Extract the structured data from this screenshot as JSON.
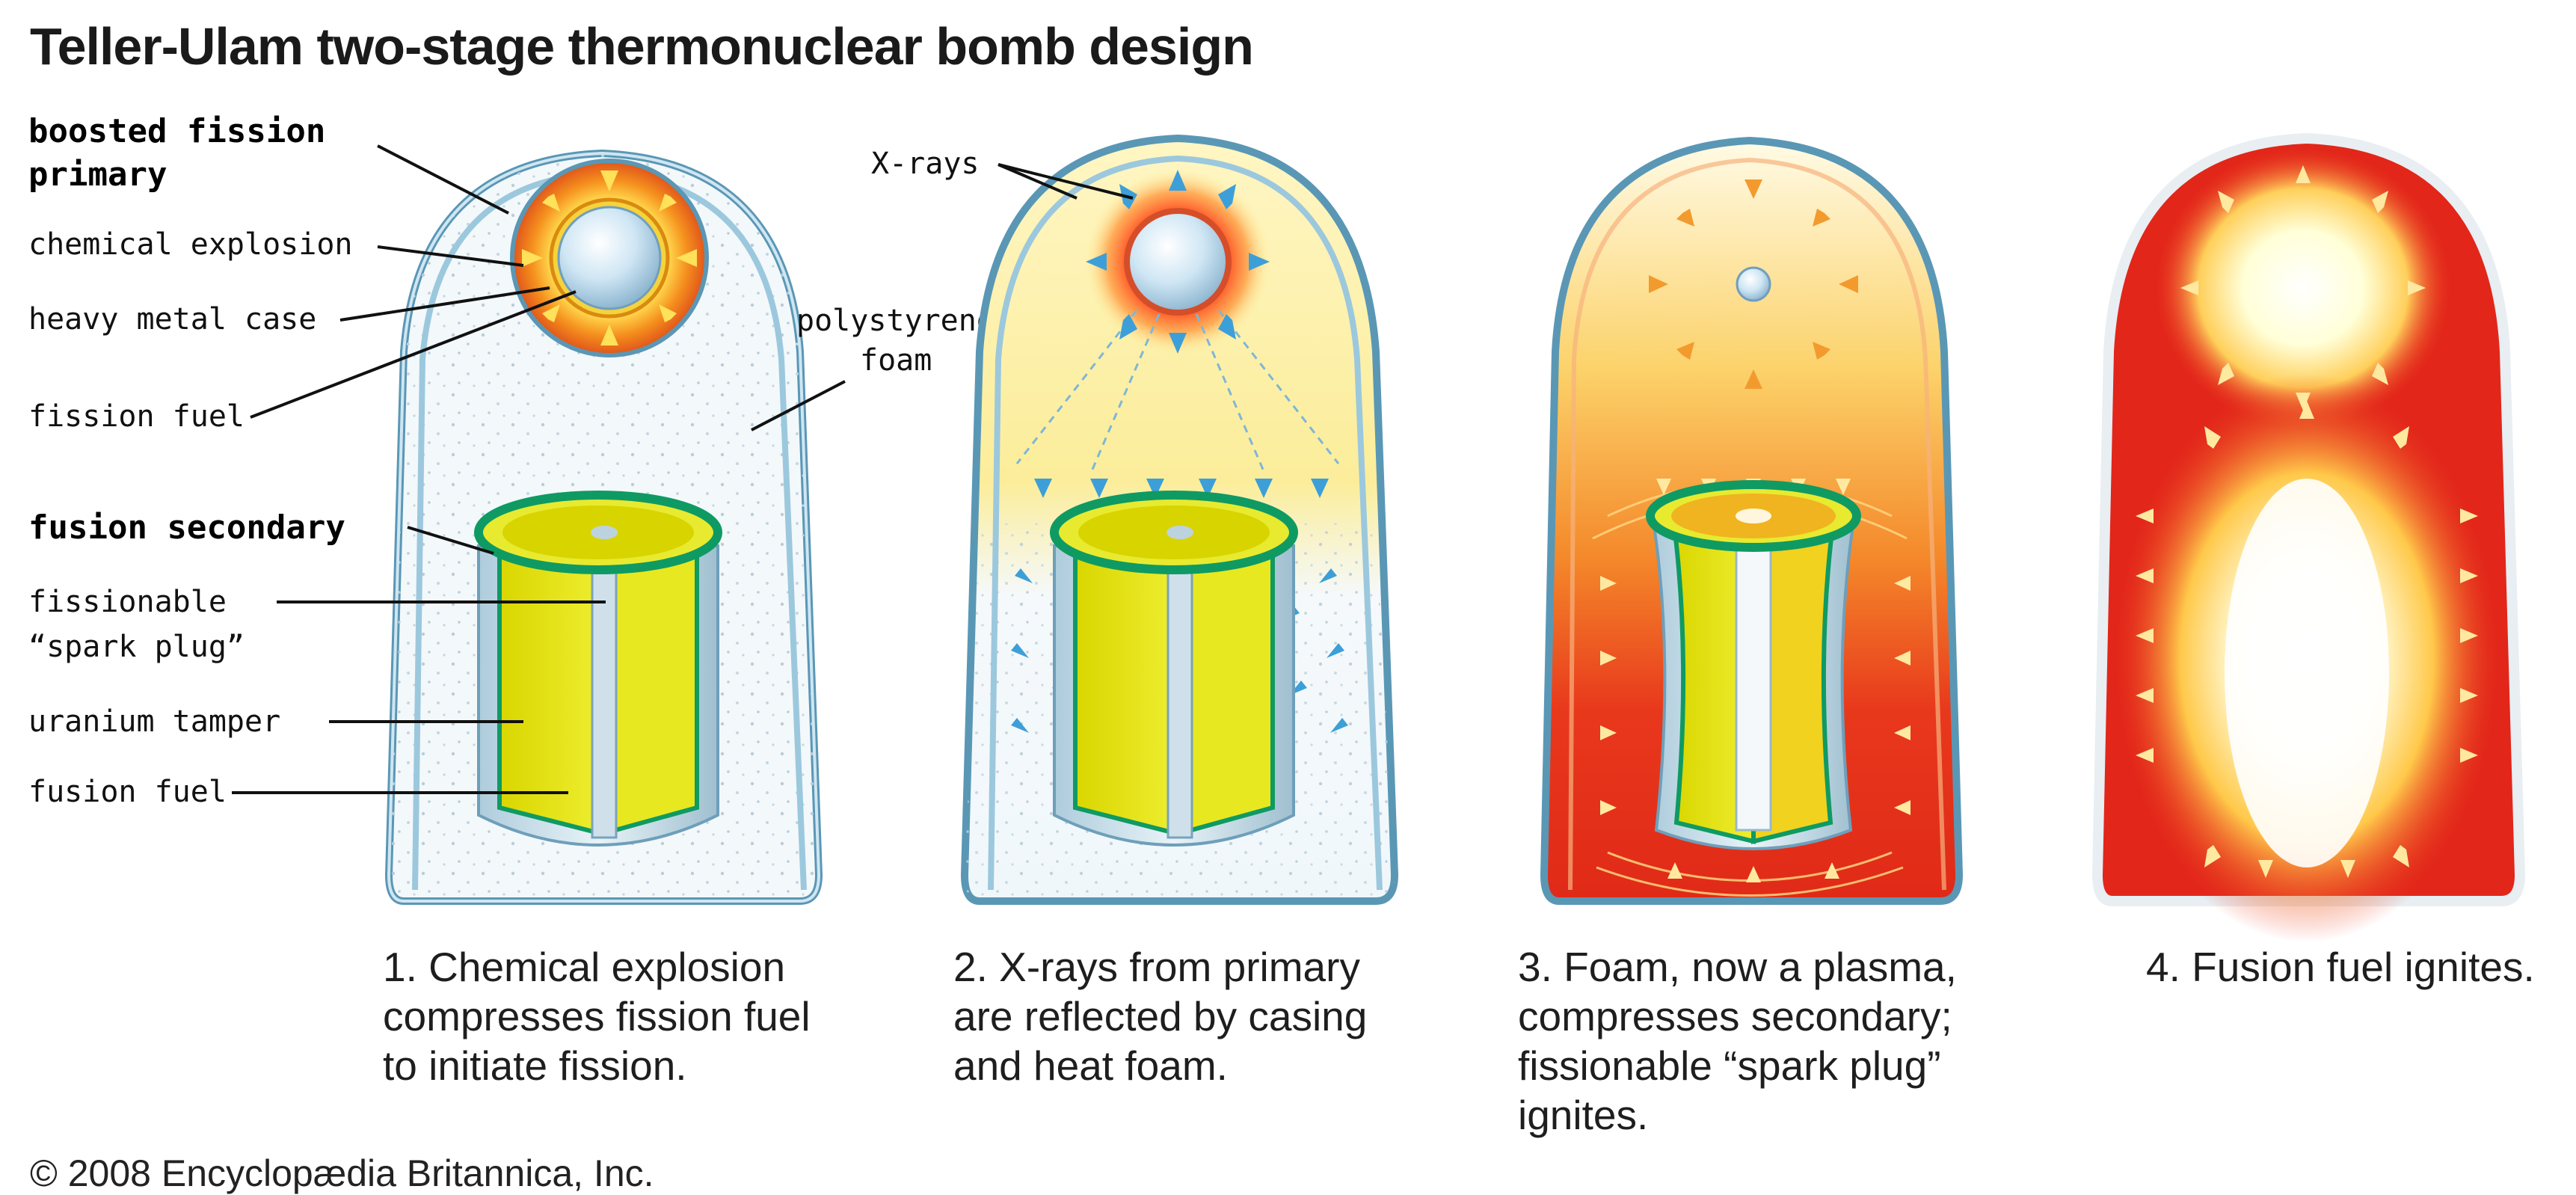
{
  "title": "Teller-Ulam two-stage thermonuclear bomb design",
  "labels": {
    "boosted_fission": "boosted fission",
    "primary": "primary",
    "chemical_explosion": "chemical explosion",
    "heavy_metal_case": "heavy metal case",
    "fission_fuel": "fission fuel",
    "fusion_secondary": "fusion secondary",
    "fissionable": "fissionable",
    "spark_plug": "“spark plug”",
    "uranium_tamper": "uranium tamper",
    "fusion_fuel": "fusion fuel",
    "polystyrene": "polystyrene",
    "foam": "foam",
    "x_rays": "X-rays"
  },
  "captions": [
    {
      "lines": [
        "1. Chemical explosion",
        "compresses fission fuel",
        "to initiate fission."
      ]
    },
    {
      "lines": [
        "2. X-rays from primary",
        "are reflected by casing",
        "and heat foam."
      ]
    },
    {
      "lines": [
        "3. Foam, now a plasma,",
        "compresses secondary;",
        "fissionable “spark plug”",
        "ignites."
      ]
    },
    {
      "lines": [
        "4. Fusion fuel ignites."
      ]
    }
  ],
  "credit": "© 2008 Encyclopædia Britannica, Inc.",
  "colors": {
    "casing": "#b9dcea",
    "casing_stroke": "#4a8fae",
    "foam": "#f2f8fb",
    "fission_ring": "#f07a1c",
    "yellow_fuel": "#e4e400",
    "green_rim": "#0f9a63",
    "xray_arrow": "#3d9fd8",
    "plasma_red": "#e0241a",
    "plasma_orange": "#f6a23a"
  },
  "icons": [
    "arrow-icon",
    "x-ray-arrow-icon"
  ]
}
